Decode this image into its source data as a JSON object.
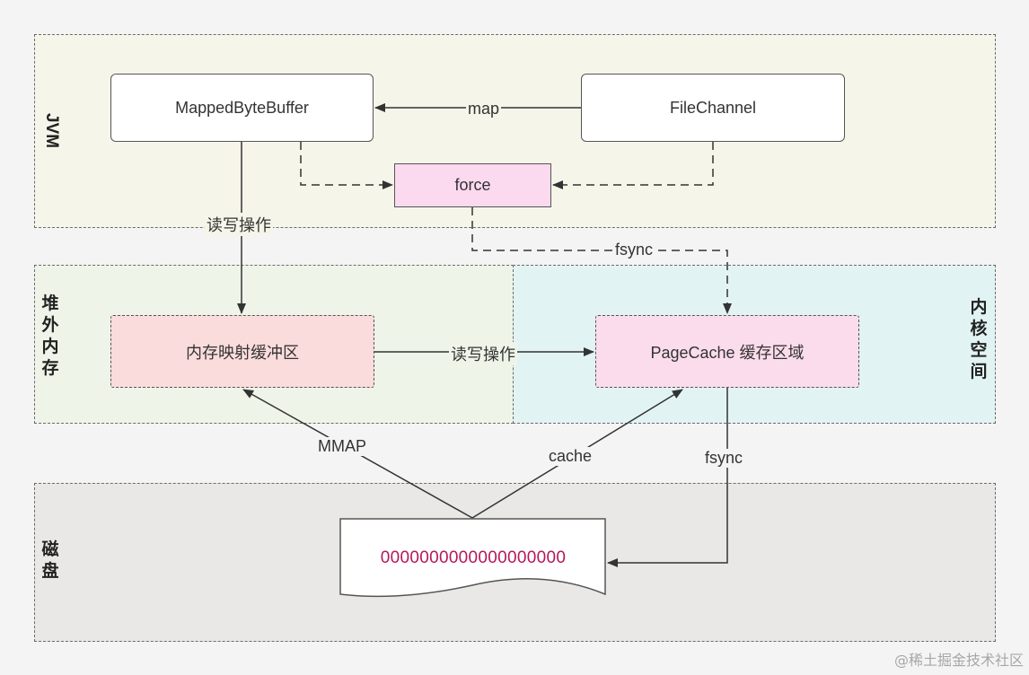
{
  "zones": {
    "jvm": "JVM",
    "offheap": "堆外内存",
    "kernel": "内核空间",
    "disk": "磁盘"
  },
  "nodes": {
    "mapped_byte_buffer": "MappedByteBuffer",
    "file_channel": "FileChannel",
    "force": "force",
    "mmap_buffer": "内存映射缓冲区",
    "page_cache": "PageCache 缓存区域",
    "disk_file_content": "0000000000000000000"
  },
  "edges": {
    "map": "map",
    "read_write_1": "读写操作",
    "fsync_top": "fsync",
    "read_write_2": "读写操作",
    "mmap": "MMAP",
    "cache": "cache",
    "fsync_bottom": "fsync"
  },
  "watermark": "@稀土掘金技术社区",
  "colors": {
    "jvm_zone": "#f6f5e9",
    "offheap_zone": "#eef5e8",
    "kernel_zone": "#e2f3f3",
    "disk_zone": "#e9e8e6",
    "force_fill": "#fbd9ef",
    "mmap_buffer_fill": "#fbdcdc",
    "page_cache_fill": "#fbdcec",
    "disk_text": "#b3195a"
  }
}
